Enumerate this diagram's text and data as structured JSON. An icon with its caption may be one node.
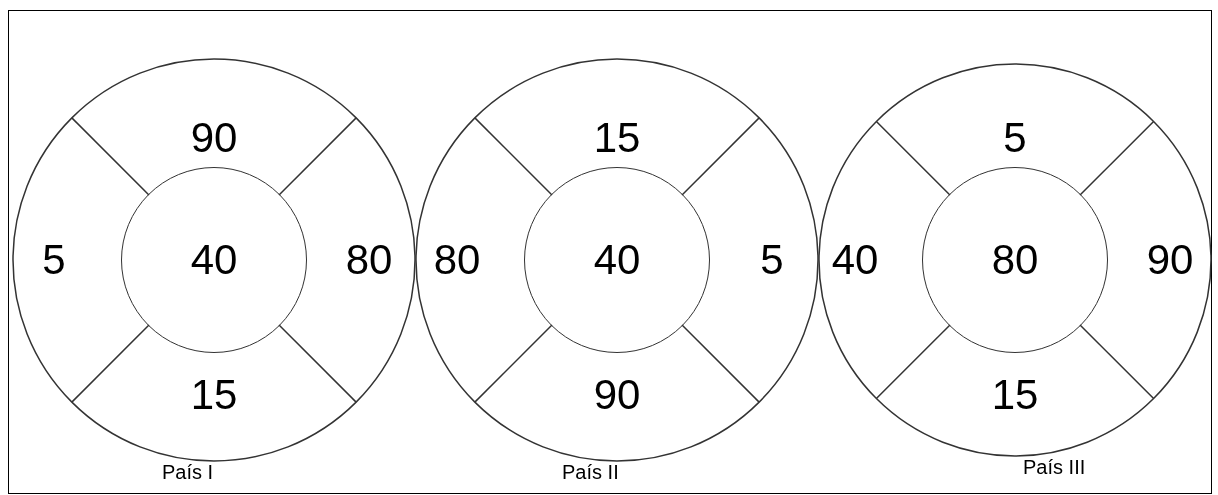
{
  "diagram": {
    "nodes": [
      {
        "text": [
          "País I"
        ]
      },
      {
        "text": [
          "90"
        ],
        "in": 0
      },
      {
        "text": [
          "5"
        ],
        "in": 0
      },
      {
        "text": [
          "40"
        ],
        "in": 0
      },
      {
        "text": [
          "80"
        ],
        "in": 0
      },
      {
        "text": [
          "15"
        ],
        "in": 0
      },
      {
        "text": [
          "País II"
        ]
      },
      {
        "text": [
          "15"
        ],
        "in": 6
      },
      {
        "text": [
          "80"
        ],
        "in": 6
      },
      {
        "text": [
          "40"
        ],
        "in": 6
      },
      {
        "text": [
          "5"
        ],
        "in": 6
      },
      {
        "text": [
          "90"
        ],
        "in": 6
      },
      {
        "text": [
          "País III"
        ]
      },
      {
        "text": [
          "5"
        ],
        "in": 12
      },
      {
        "text": [
          "40"
        ],
        "in": 12
      },
      {
        "text": [
          "80"
        ],
        "in": 12
      },
      {
        "text": [
          "90"
        ],
        "in": 12
      },
      {
        "text": [
          "15"
        ],
        "in": 12
      }
    ]
  }
}
